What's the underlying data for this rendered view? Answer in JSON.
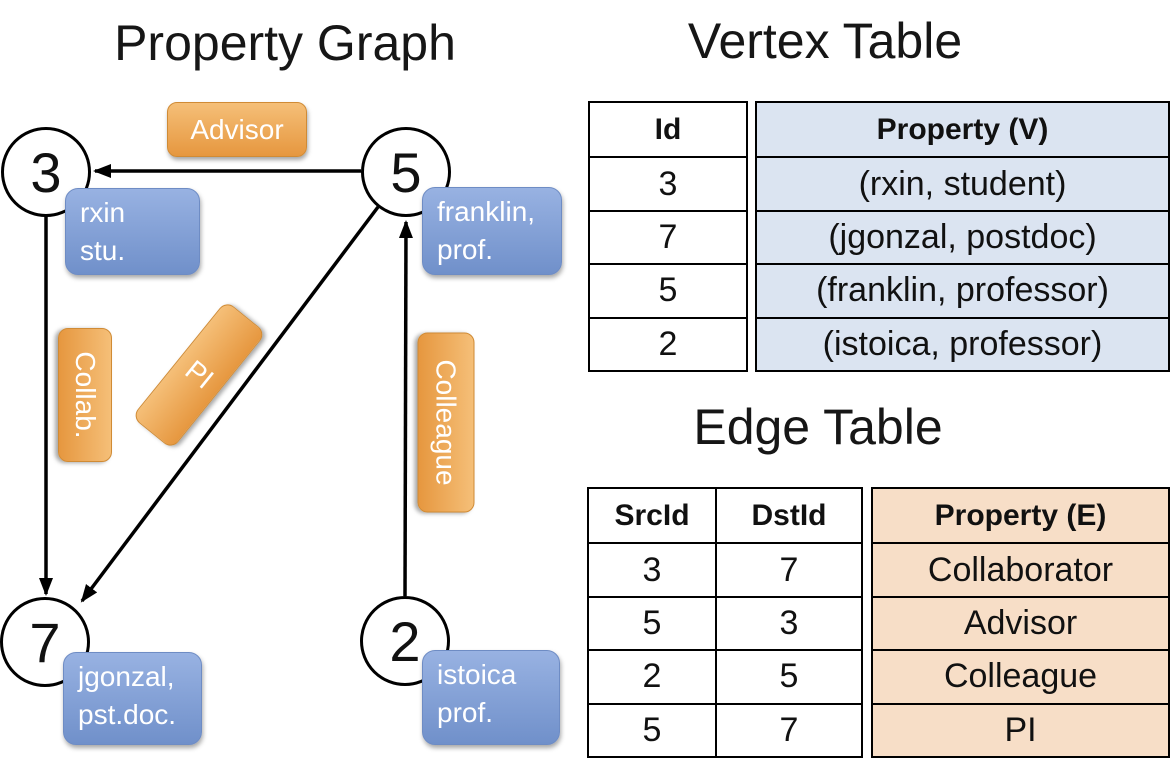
{
  "graph": {
    "title": "Property Graph",
    "nodes": [
      {
        "id": "3",
        "label_lines": [
          "rxin",
          "stu."
        ]
      },
      {
        "id": "5",
        "label_lines": [
          "franklin,",
          "prof."
        ]
      },
      {
        "id": "7",
        "label_lines": [
          "jgonzal,",
          "pst.doc."
        ]
      },
      {
        "id": "2",
        "label_lines": [
          "istoica",
          "prof."
        ]
      }
    ],
    "edge_labels": {
      "advisor": "Advisor",
      "collab": "Collab.",
      "pi": "PI",
      "colleague": "Colleague"
    }
  },
  "vertex_table": {
    "title": "Vertex Table",
    "columns": [
      "Id",
      "Property (V)"
    ],
    "rows": [
      [
        "3",
        "(rxin, student)"
      ],
      [
        "7",
        "(jgonzal, postdoc)"
      ],
      [
        "5",
        "(franklin, professor)"
      ],
      [
        "2",
        "(istoica, professor)"
      ]
    ]
  },
  "edge_table": {
    "title": "Edge Table",
    "columns": [
      "SrcId",
      "DstId",
      "Property (E)"
    ],
    "rows": [
      [
        "3",
        "7",
        "Collaborator"
      ],
      [
        "5",
        "3",
        "Advisor"
      ],
      [
        "2",
        "5",
        "Colleague"
      ],
      [
        "5",
        "7",
        "PI"
      ]
    ]
  },
  "colors": {
    "edge_pill_top": "#f5bf78",
    "edge_pill_bottom": "#e6973f",
    "vertex_pill_top": "#98b2e2",
    "vertex_pill_bottom": "#7090ca",
    "vertex_property_bg": "#dbe4f1",
    "edge_property_bg": "#f7dec7",
    "line_color": "#000000"
  }
}
